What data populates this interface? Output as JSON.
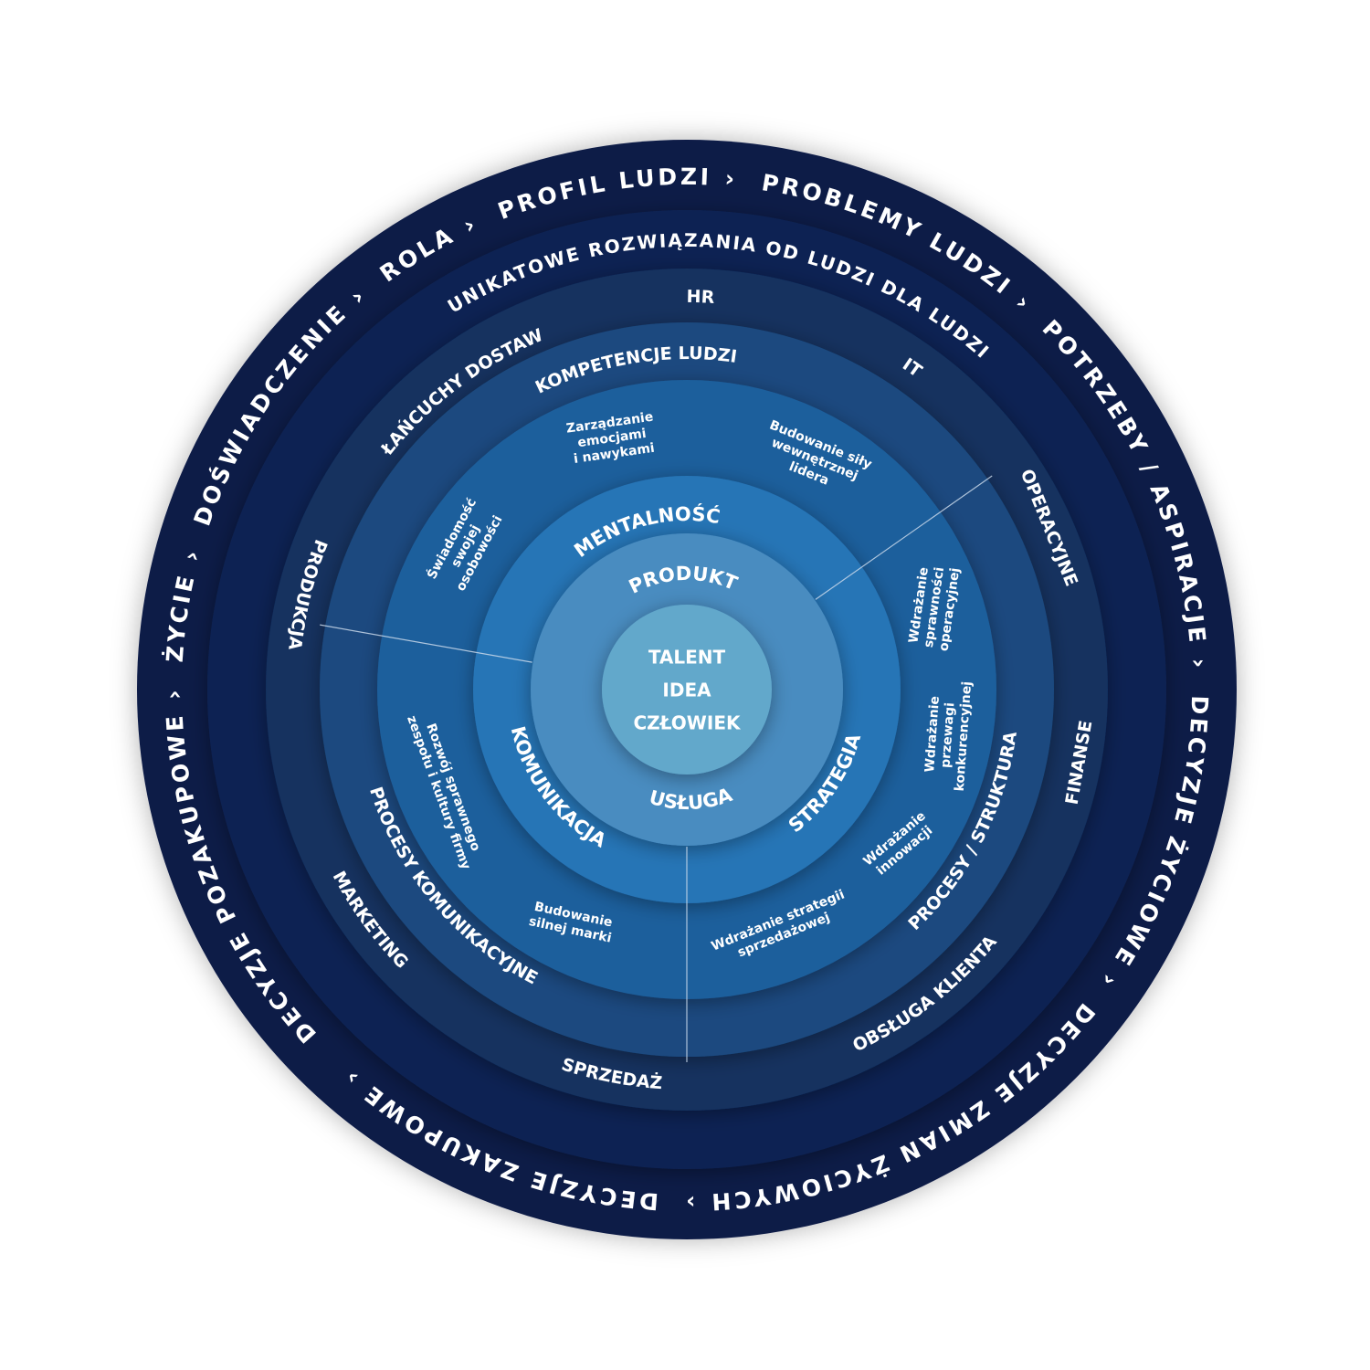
{
  "outer_ring": {
    "separator": "›",
    "items": [
      "DECYZJE POZAKUPOWE",
      "ŻYCIE",
      "DOŚWIADCZENIE",
      "ROLA",
      "PROFIL LUDZI",
      "PROBLEMY LUDZI",
      "POTRZEBY / ASPIRACJE",
      "DECYZJE ŻYCIOWE",
      "DECYZJE ZMIAN ŻYCIOWYCH",
      "DECYZJE ZAKUPOWE"
    ]
  },
  "ring2": {
    "title": "UNIKATOWE ROZWIĄZANIA OD LUDZI DLA LUDZI"
  },
  "ring3": {
    "hr": "HR",
    "it": "IT",
    "operacyjne": "OPERACYJNE",
    "finanse": "FINANSE",
    "obsluga_klienta": "OBSŁUGA KLIENTA",
    "sprzedaz": "SPRZEDAŻ",
    "marketing": "MARKETING",
    "produkcja": "PRODUKCJA",
    "lancuchy_dostaw": "ŁAŃCUCHY DOSTAW"
  },
  "ring4": {
    "kompetencje_ludzi": "KOMPETENCJE LUDZI",
    "procesy_struktura": "PROCESY / STRUKTURA",
    "procesy_komunikacyjne": "PROCESY KOMUNIKACYJNE"
  },
  "ring5": {
    "zarzadzanie": [
      "Zarządzanie",
      "emocjami",
      "i nawykami"
    ],
    "budowanie_sily": [
      "Budowanie siły",
      "wewnętrznej",
      "lidera"
    ],
    "swiadomosc": [
      "Świadomość",
      "swojej",
      "osobowości"
    ],
    "wdrazanie_sprawnosci": [
      "Wdrażanie",
      "sprawności",
      "operacyjnej"
    ],
    "wdrazanie_przewagi": [
      "Wdrażanie",
      "przewagi",
      "konkurencyjnej"
    ],
    "wdrazanie_innowacji": [
      "Wdrażanie",
      "innowacji"
    ],
    "wdrazanie_strategii": [
      "Wdrażanie strategii",
      "sprzedażowej"
    ],
    "budowanie_marki": [
      "Budowanie",
      "silnej marki"
    ],
    "rozwoj": [
      "Rozwój sprawnego",
      "zespołu i kultury firmy"
    ]
  },
  "ring6": {
    "mentalnosc": "MENTALNOŚĆ",
    "komunikacja": "KOMUNIKACJA",
    "strategia": "STRATEGIA"
  },
  "ring7": {
    "produkt": "PRODUKT",
    "usluga": "USŁUGA"
  },
  "core": {
    "lines": [
      "TALENT",
      "IDEA",
      "CZŁOWIEK"
    ]
  },
  "colors": {
    "ring1": "#0c1a47",
    "ring2": "#0f2453",
    "ring3": "#12305f",
    "ring4": "#1a4a7f",
    "ring5": "#1d5f9c",
    "ring6": "#2674b6",
    "ring7": "#4a8cc0",
    "core": "#62a8cb"
  }
}
